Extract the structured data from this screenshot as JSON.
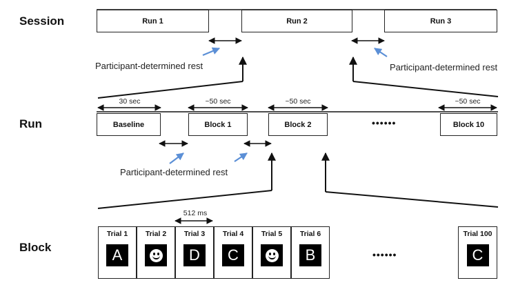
{
  "levels": {
    "session": "Session",
    "run": "Run",
    "block": "Block"
  },
  "session_runs": [
    "Run 1",
    "Run 2",
    "Run 3"
  ],
  "rest_label": "Participant-determined rest",
  "run_blocks": [
    "Baseline",
    "Block 1",
    "Block 2",
    "Block 10"
  ],
  "durations": {
    "baseline": "30 sec",
    "block1": "~50 sec",
    "block2": "~50 sec",
    "block10": "~50 sec",
    "trial": "512 ms"
  },
  "ellipsis": "••••••",
  "trials": [
    {
      "label": "Trial 1",
      "stimulus": "A",
      "kind": "letter"
    },
    {
      "label": "Trial 2",
      "stimulus": "",
      "kind": "face"
    },
    {
      "label": "Trial 3",
      "stimulus": "D",
      "kind": "letter"
    },
    {
      "label": "Trial 4",
      "stimulus": "C",
      "kind": "letter"
    },
    {
      "label": "Trial 5",
      "stimulus": "",
      "kind": "face"
    },
    {
      "label": "Trial 6",
      "stimulus": "B",
      "kind": "letter"
    }
  ],
  "last_trial": {
    "label": "Trial 100",
    "stimulus": "C",
    "kind": "letter"
  },
  "colors": {
    "line": "#111111",
    "rest_arrow": "#5b8fd6",
    "stimulus_bg": "#000000"
  }
}
